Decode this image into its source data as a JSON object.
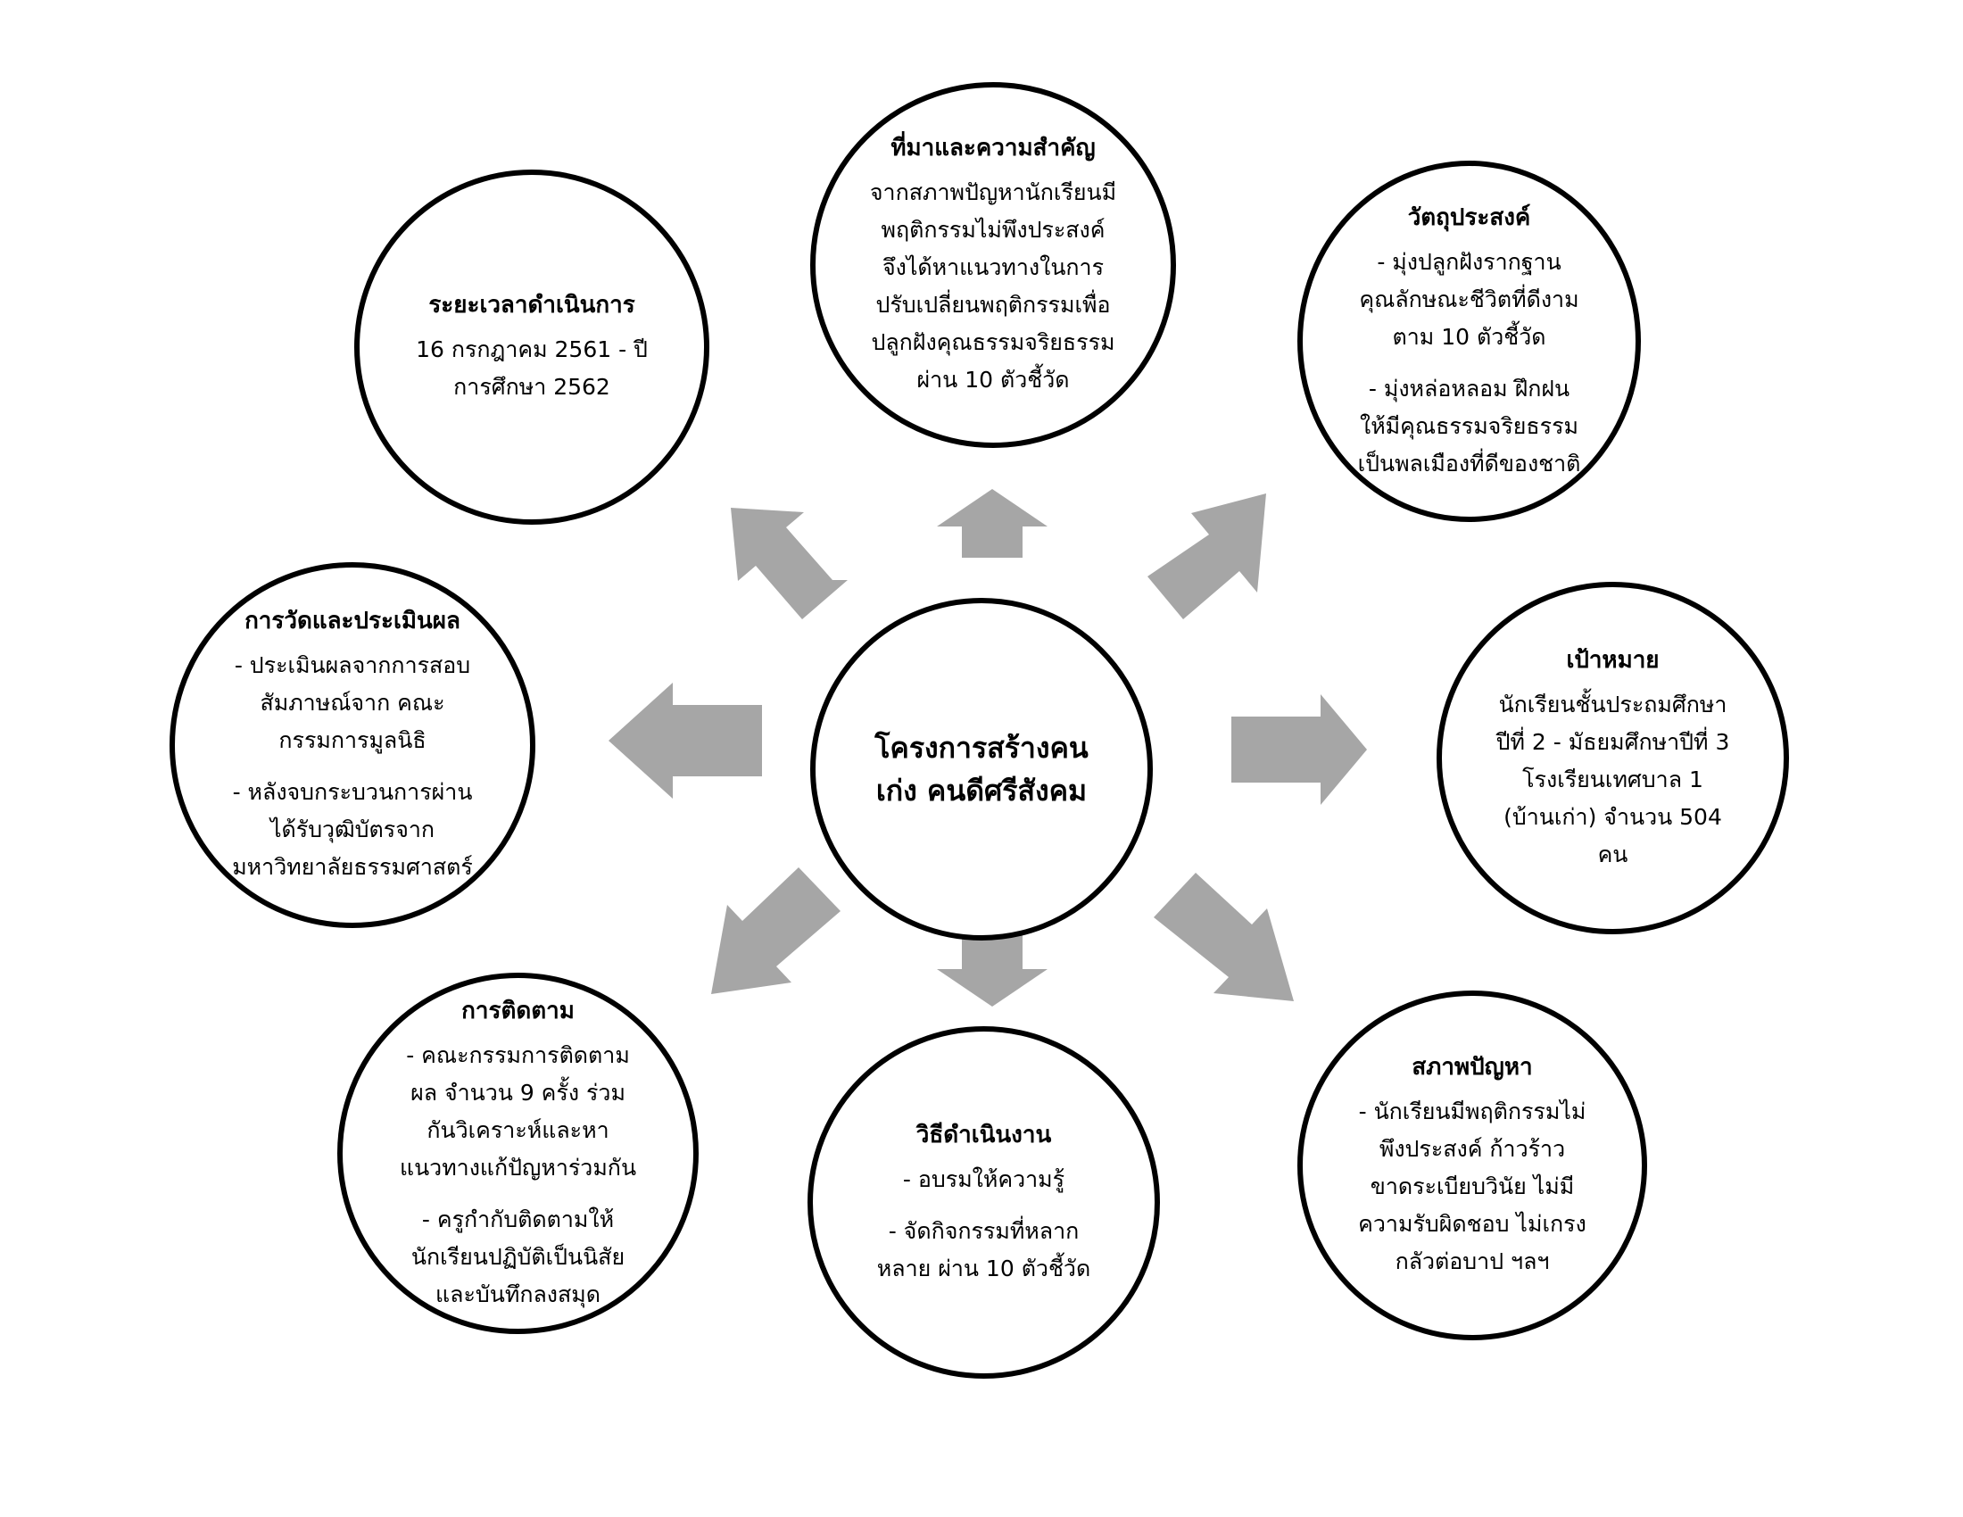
{
  "center": {
    "title": "โครงการสร้างคนเก่ง คนดีศรีสังคม"
  },
  "nodes": {
    "background": {
      "title": "ที่มาและความสำคัญ",
      "body": [
        "จากสภาพปัญหานักเรียนมีพฤติกรรมไม่พึงประสงค์ จึงได้หาแนวทางในการปรับเปลี่ยนพฤติกรรมเพื่อปลูกฝังคุณธรรมจริยธรรม ผ่าน 10 ตัวชี้วัด"
      ]
    },
    "objectives": {
      "title": "วัตถุประสงค์",
      "body": [
        "- มุ่งปลูกฝังรากฐานคุณลักษณะชีวิตที่ดีงาม ตาม 10 ตัวชี้วัด",
        "- มุ่งหล่อหลอม ฝึกฝนให้มีคุณธรรมจริยธรรมเป็นพลเมืองที่ดีของชาติ"
      ]
    },
    "target": {
      "title": "เป้าหมาย",
      "body": [
        "นักเรียนชั้นประถมศึกษาปีที่ 2 - มัธยมศึกษาปีที่ 3 โรงเรียนเทศบาล 1 (บ้านเก่า) จำนวน 504 คน"
      ]
    },
    "problem": {
      "title": "สภาพปัญหา",
      "body": [
        "- นักเรียนมีพฤติกรรมไม่พึงประสงค์ ก้าวร้าว ขาดระเบียบวินัย ไม่มีความรับผิดชอบ ไม่เกรงกลัวต่อบาป ฯลฯ"
      ]
    },
    "method": {
      "title": "วิธีดำเนินงาน",
      "body": [
        "- อบรมให้ความรู้",
        "- จัดกิจกรรมที่หลากหลาย ผ่าน 10 ตัวชี้วัด"
      ]
    },
    "monitoring": {
      "title": "การติดตาม",
      "body": [
        "- คณะกรรมการติดตามผล จำนวน 9 ครั้ง ร่วมกันวิเคราะห์และหาแนวทางแก้ปัญหาร่วมกัน",
        "- ครูกำกับติดตามให้นักเรียนปฏิบัติเป็นนิสัย และบันทึกลงสมุด"
      ]
    },
    "evaluation": {
      "title": "การวัดและประเมินผล",
      "body": [
        "- ประเมินผลจากการสอบสัมภาษณ์จาก คณะกรรมการมูลนิธิ",
        "- หลังจบกระบวนการผ่านได้รับวุฒิบัตรจาก มหาวิทยาลัยธรรมศาสตร์"
      ]
    },
    "duration": {
      "title": "ระยะเวลาดำเนินการ",
      "body": [
        "16 กรกฎาคม 2561 - ปีการศึกษา 2562"
      ]
    }
  },
  "colors": {
    "arrow": "#a6a6a6",
    "border": "#000000",
    "background": "#ffffff"
  }
}
